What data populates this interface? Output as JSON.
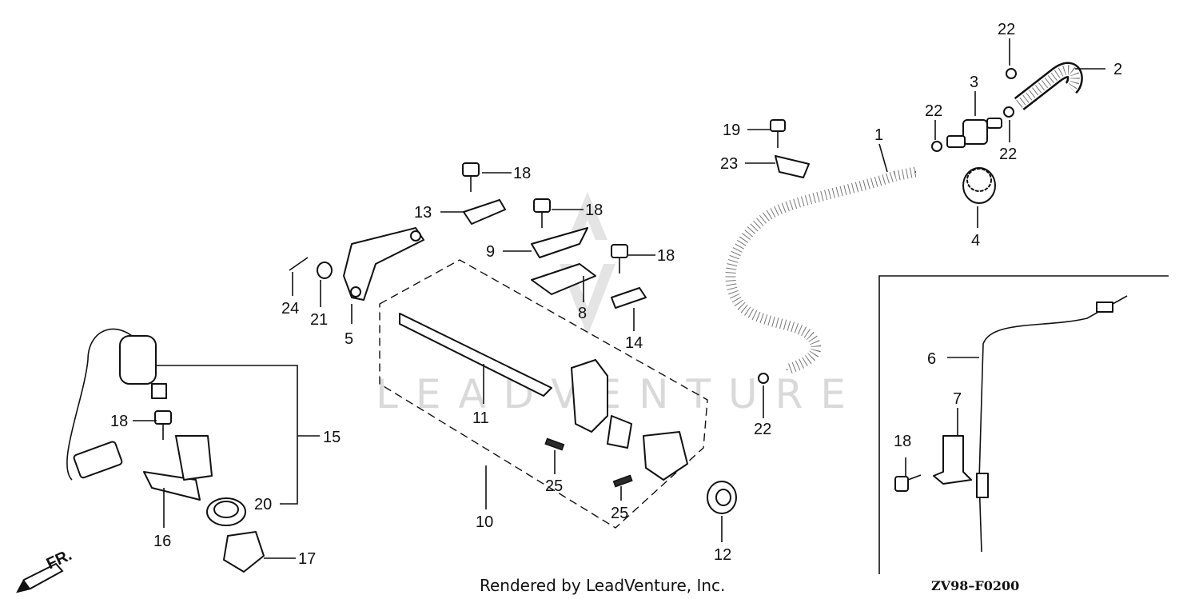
{
  "watermark": "LEADVENTURE",
  "direction_label": "FR.",
  "footer": "Rendered by LeadVenture, Inc.",
  "diagram_code": "ZV98–F0200",
  "callouts": {
    "c1": "1",
    "c2": "2",
    "c3": "3",
    "c4": "4",
    "c5": "5",
    "c6": "6",
    "c7": "7",
    "c8": "8",
    "c9": "9",
    "c10": "10",
    "c11": "11",
    "c12": "12",
    "c13": "13",
    "c14": "14",
    "c15": "15",
    "c16": "16",
    "c17": "17",
    "c18a": "18",
    "c18b": "18",
    "c18c": "18",
    "c18d": "18",
    "c18e": "18",
    "c19": "19",
    "c20": "20",
    "c21": "21",
    "c22a": "22",
    "c22b": "22",
    "c22c": "22",
    "c22d": "22",
    "c23": "23",
    "c24": "24",
    "c25a": "25",
    "c25b": "25"
  }
}
